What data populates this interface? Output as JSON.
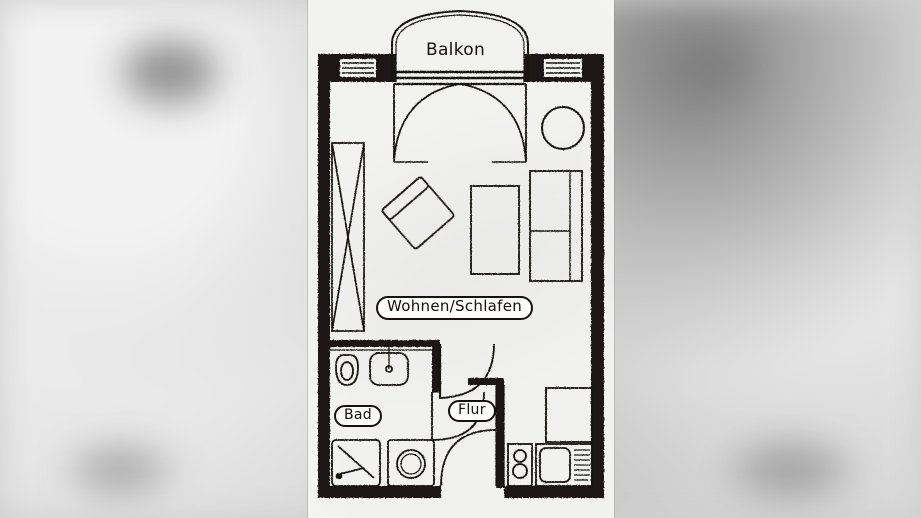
{
  "document": {
    "type": "apartment-floor-plan",
    "description": "Black and white scanned floor plan of a one-room apartment"
  },
  "rooms": [
    {
      "id": "balkon",
      "label": "Balkon",
      "kind": "balcony"
    },
    {
      "id": "wohnen",
      "label": "Wohnen/Schlafen",
      "kind": "living-sleeping-room"
    },
    {
      "id": "bad",
      "label": "Bad",
      "kind": "bathroom"
    },
    {
      "id": "flur",
      "label": "Flur",
      "kind": "hallway"
    }
  ],
  "fixtures": [
    {
      "id": "wardrobe",
      "name": "wardrobe-closet",
      "room": "wohnen"
    },
    {
      "id": "armchair",
      "name": "armchair",
      "room": "wohnen"
    },
    {
      "id": "table",
      "name": "rectangular-table",
      "room": "wohnen"
    },
    {
      "id": "sofa-bed",
      "name": "sofa-bed",
      "room": "wohnen"
    },
    {
      "id": "round-table",
      "name": "round-table",
      "room": "wohnen"
    },
    {
      "id": "toilet",
      "name": "toilet",
      "room": "bad"
    },
    {
      "id": "washbasin",
      "name": "washbasin",
      "room": "bad"
    },
    {
      "id": "shower",
      "name": "shower-tray",
      "room": "bad"
    },
    {
      "id": "washing-machine",
      "name": "washing-machine",
      "room": "bad"
    },
    {
      "id": "stove",
      "name": "cooktop",
      "room": "flur"
    },
    {
      "id": "kitchen-sink",
      "name": "kitchen-sink",
      "room": "flur"
    },
    {
      "id": "counter",
      "name": "kitchen-counter",
      "room": "flur"
    },
    {
      "id": "tall-cabinet",
      "name": "tall-cabinet",
      "room": "flur"
    }
  ],
  "openings": [
    {
      "id": "window-left",
      "name": "window"
    },
    {
      "id": "window-right",
      "name": "window"
    },
    {
      "id": "balcony-door",
      "name": "double-balcony-door"
    },
    {
      "id": "bath-door",
      "name": "bathroom-door"
    },
    {
      "id": "room-door",
      "name": "room-door"
    },
    {
      "id": "entrance-door",
      "name": "entrance-door"
    }
  ],
  "colors": {
    "ink": "#17120f",
    "wall": "#1a1512",
    "paper": "#fbfbfa",
    "backdrop": "#cfcfcf"
  }
}
